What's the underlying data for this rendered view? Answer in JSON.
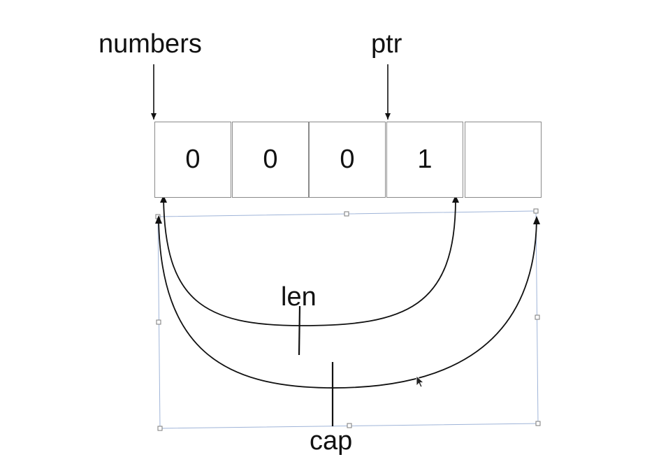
{
  "labels": {
    "numbers": "numbers",
    "ptr": "ptr",
    "len": "len",
    "cap": "cap"
  },
  "cells": [
    "0",
    "0",
    "0",
    "1",
    ""
  ],
  "colors": {
    "ink": "#111111",
    "cell_border": "#8a8a8a",
    "selection": "#9fb4d8",
    "handle": "#7a7a7a"
  },
  "icons": {
    "cursor": "mouse-pointer-icon"
  }
}
